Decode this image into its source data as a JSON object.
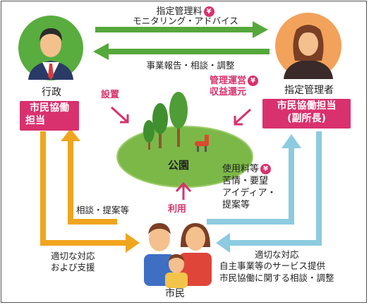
{
  "top_label_1": "指定管理料",
  "top_label_2": "モニタリング・アドバイス",
  "report_label": "事業報告・相談・調整",
  "gov": {
    "name": "行政",
    "badge_1": "市民協働",
    "badge_2": "担当"
  },
  "manager": {
    "name": "指定管理者",
    "badge_1": "市民協働担当",
    "badge_2": "(副所長)"
  },
  "setchi": "設置",
  "kanri_1": "管理運営",
  "kanri_2": "収益還元",
  "park": "公園",
  "fees_1": "使用料等",
  "fees_2": "苦情・要望",
  "fees_3": "アイディア・",
  "fees_4": "提案等",
  "riyou": "利用",
  "consult_gov": "相談・提案等",
  "support_1": "適切な対応",
  "support_2": "および支援",
  "mgr_support_1": "適切な対応",
  "mgr_support_2": "自主事業等のサービス提供",
  "mgr_support_3": "市民協働に関する相談・調整",
  "citizen": "市民",
  "yen": "¥",
  "colors": {
    "pink": "#d9316e",
    "green": "#55a83b",
    "orange": "#f0a51e",
    "lightblue": "#8ccbe0"
  },
  "icons": [
    "government-official-icon",
    "manager-woman-icon",
    "park-trees-icon",
    "playground-animal-icon",
    "family-icon",
    "yen-icon"
  ]
}
